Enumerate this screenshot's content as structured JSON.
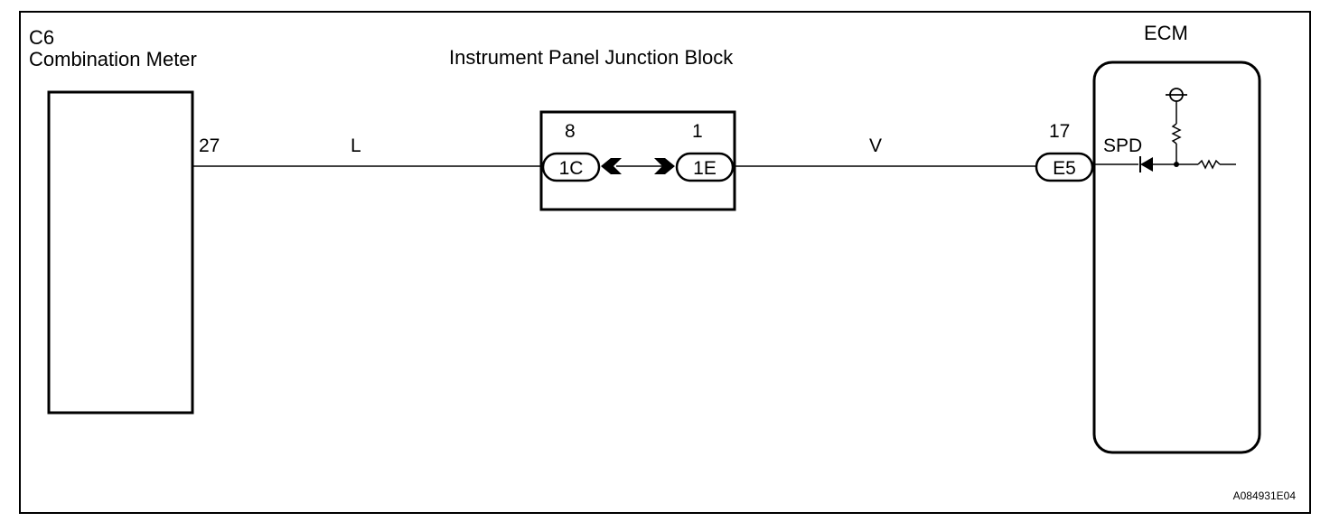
{
  "combination_meter": {
    "code": "C6",
    "title": "Combination Meter",
    "pin": "27"
  },
  "junction_block": {
    "title": "Instrument Panel Junction Block",
    "left_pin": "8",
    "left_connector": "1C",
    "right_pin": "1",
    "right_connector": "1E"
  },
  "ecm": {
    "title": "ECM",
    "pin": "17",
    "connector": "E5",
    "terminal": "SPD"
  },
  "wires": {
    "left_color": "L",
    "right_color": "V"
  },
  "figure_id": "A084931E04"
}
